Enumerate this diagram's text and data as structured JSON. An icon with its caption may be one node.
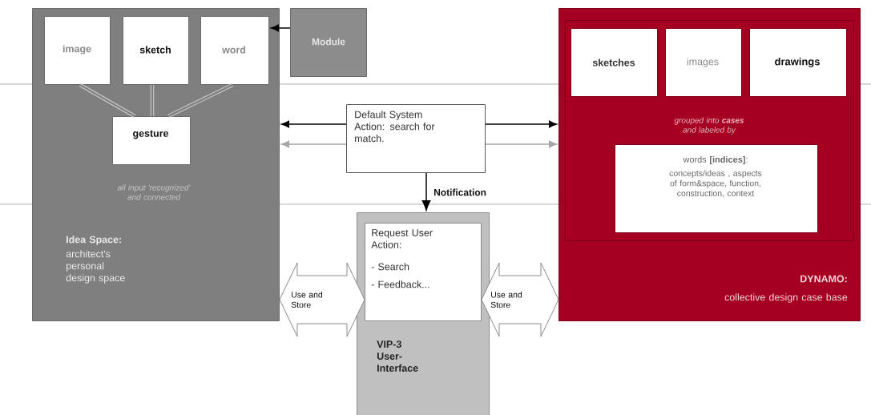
{
  "diagram": {
    "nodes": [
      {
        "text": [
          "all input 'recognized' and connected",
          "Idea Space:",
          "architect's personal design space"
        ]
      },
      {
        "text": [
          "image"
        ],
        "in": 0
      },
      {
        "text": [
          "sketch"
        ],
        "in": 0
      },
      {
        "text": [
          "word"
        ],
        "in": 0
      },
      {
        "text": [
          "gesture"
        ],
        "in": 0
      },
      {
        "text": [
          "Module"
        ]
      },
      {
        "text": [
          "DYNAMO:",
          "collective design case base"
        ]
      },
      {
        "text": [
          "grouped into **cases** and labeled by"
        ],
        "in": 6
      },
      {
        "text": [
          "sketches"
        ],
        "in": 7
      },
      {
        "text": [
          "images"
        ],
        "in": 7
      },
      {
        "text": [
          "drawings"
        ],
        "in": 7
      },
      {
        "text": [
          "words **[indices]**:",
          "concepts/ideas , aspects of form&space, function, construction, context"
        ],
        "in": 7
      },
      {
        "text": [
          "Default System Action: search for match."
        ]
      },
      {
        "text": [
          "VIP-3 User-Interface"
        ]
      },
      {
        "text": [
          "Request User Action:",
          "- Search",
          "- Feedback..."
        ],
        "in": 13
      }
    ],
    "edges": [
      {
        "from": 5,
        "to": 3,
        "arrow": "to"
      },
      {
        "from": 1,
        "to": 4,
        "arrow": "none",
        "style": "thick",
        "color": "#d0d0d0"
      },
      {
        "from": 2,
        "to": 4,
        "arrow": "none",
        "style": "thick",
        "color": "#d0d0d0"
      },
      {
        "from": 3,
        "to": 4,
        "arrow": "none",
        "style": "thick",
        "color": "#d0d0d0"
      },
      {
        "from": 12,
        "to": 0,
        "arrow": "to"
      },
      {
        "from": 12,
        "to": 6,
        "arrow": "to"
      },
      {
        "from": 12,
        "to": 0,
        "arrow": "to",
        "color": "#a6a6a6"
      },
      {
        "from": 12,
        "to": 6,
        "arrow": "to",
        "color": "#a6a6a6"
      },
      {
        "from": 12,
        "to": 13,
        "arrow": "to",
        "label": "Notification"
      },
      {
        "from": 0,
        "to": 14,
        "arrow": "both",
        "label": "Use and Store"
      },
      {
        "from": 14,
        "to": 6,
        "arrow": "both",
        "label": "Use and Store"
      }
    ]
  }
}
